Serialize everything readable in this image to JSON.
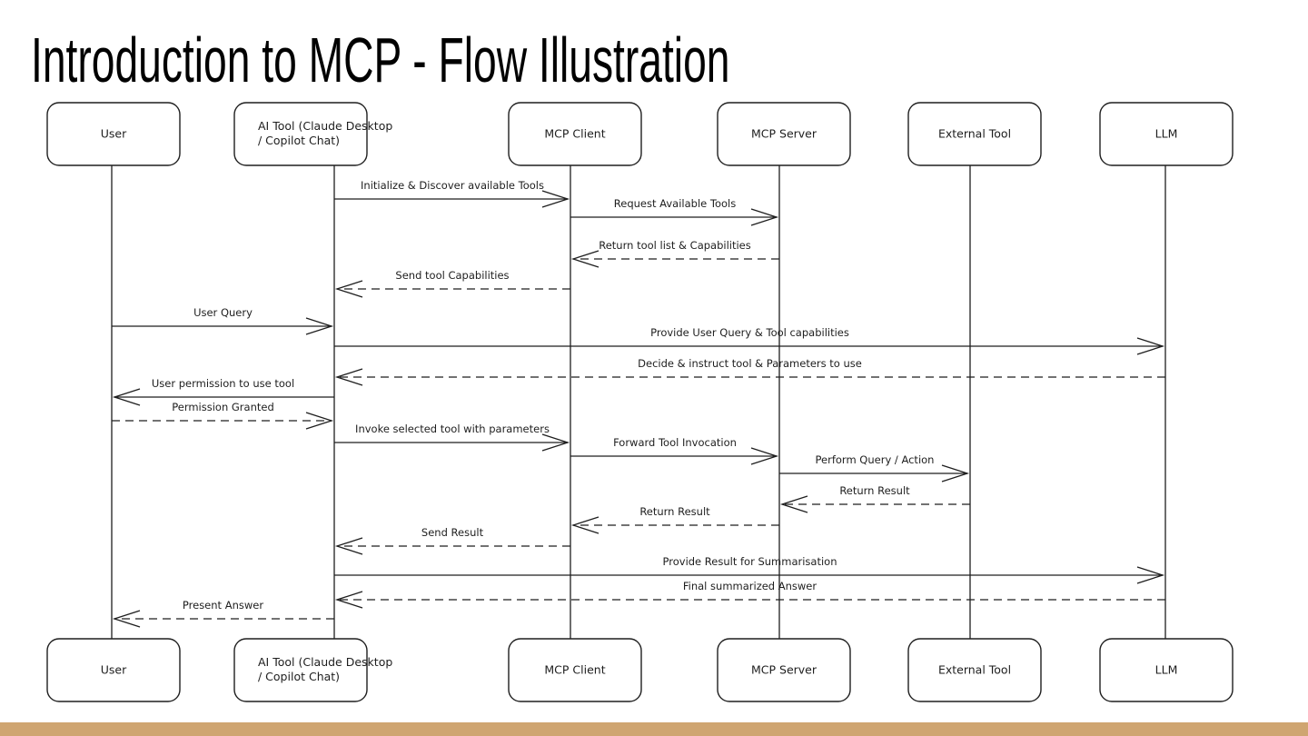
{
  "title": "Introduction to MCP - Flow Illustration",
  "colors": {
    "footer_bar": "#cfa571",
    "stroke": "#1e1e1e"
  },
  "participants": [
    {
      "id": "user",
      "label_lines": [
        "User"
      ]
    },
    {
      "id": "ai-tool",
      "label_lines": [
        "AI Tool (Claude Desktop",
        "/ Copilot Chat)"
      ]
    },
    {
      "id": "mcp-client",
      "label_lines": [
        "MCP Client"
      ]
    },
    {
      "id": "mcp-server",
      "label_lines": [
        "MCP Server"
      ]
    },
    {
      "id": "external-tool",
      "label_lines": [
        "External Tool"
      ]
    },
    {
      "id": "llm",
      "label_lines": [
        "LLM"
      ]
    }
  ],
  "messages": [
    {
      "from": "ai-tool",
      "to": "mcp-client",
      "label": "Initialize & Discover available Tools",
      "style": "solid"
    },
    {
      "from": "mcp-client",
      "to": "mcp-server",
      "label": "Request Available Tools",
      "style": "solid"
    },
    {
      "from": "mcp-server",
      "to": "mcp-client",
      "label": "Return tool list & Capabilities",
      "style": "dashed"
    },
    {
      "from": "mcp-client",
      "to": "ai-tool",
      "label": "Send tool Capabilities",
      "style": "dashed"
    },
    {
      "from": "user",
      "to": "ai-tool",
      "label": "User Query",
      "style": "solid"
    },
    {
      "from": "ai-tool",
      "to": "llm",
      "label": "Provide User Query & Tool capabilities",
      "style": "solid"
    },
    {
      "from": "llm",
      "to": "ai-tool",
      "label": "Decide & instruct tool & Parameters to use",
      "style": "dashed"
    },
    {
      "from": "ai-tool",
      "to": "user",
      "label": "User permission to use tool",
      "style": "solid"
    },
    {
      "from": "user",
      "to": "ai-tool",
      "label": "Permission Granted",
      "style": "dashed"
    },
    {
      "from": "ai-tool",
      "to": "mcp-client",
      "label": "Invoke selected tool with parameters",
      "style": "solid"
    },
    {
      "from": "mcp-client",
      "to": "mcp-server",
      "label": "Forward Tool Invocation",
      "style": "solid"
    },
    {
      "from": "mcp-server",
      "to": "external-tool",
      "label": "Perform Query / Action",
      "style": "solid"
    },
    {
      "from": "external-tool",
      "to": "mcp-server",
      "label": "Return Result",
      "style": "dashed"
    },
    {
      "from": "mcp-server",
      "to": "mcp-client",
      "label": "Return Result",
      "style": "dashed"
    },
    {
      "from": "mcp-client",
      "to": "ai-tool",
      "label": "Send Result",
      "style": "dashed"
    },
    {
      "from": "ai-tool",
      "to": "llm",
      "label": "Provide Result for Summarisation",
      "style": "solid"
    },
    {
      "from": "llm",
      "to": "ai-tool",
      "label": "Final summarized Answer",
      "style": "dashed"
    },
    {
      "from": "ai-tool",
      "to": "user",
      "label": "Present Answer",
      "style": "dashed"
    }
  ]
}
